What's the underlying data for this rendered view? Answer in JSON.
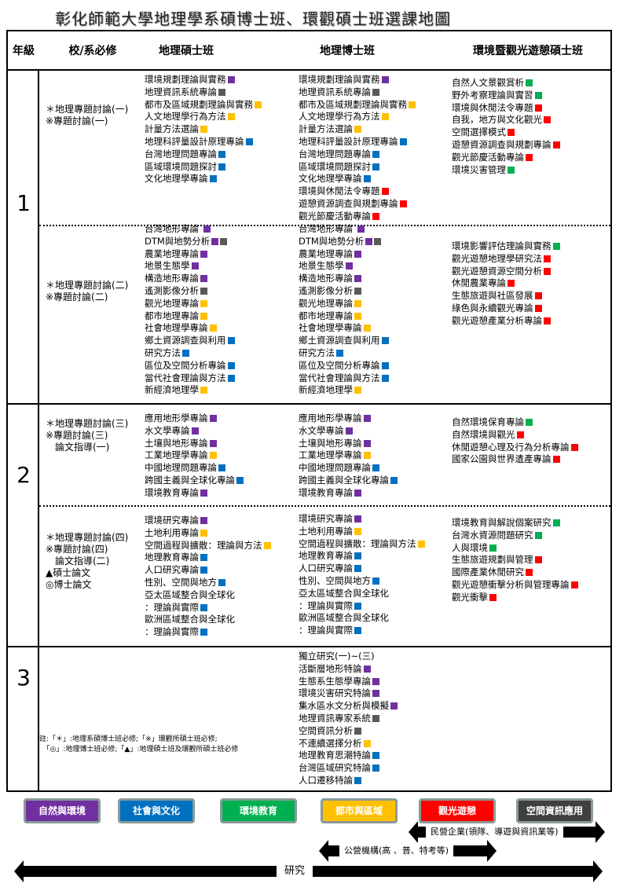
{
  "title": "彰化師範大學地理學系碩博士班、環觀碩士班選課地圖",
  "headers": {
    "year": "年級",
    "required": "校/系必修",
    "geo_ms": "地理碩士班",
    "geo_phd": "地理博士班",
    "env_ms": "環境暨觀光遊憩碩士班"
  },
  "colors": {
    "p": "#7030a0",
    "g": "#595959",
    "y": "#ffc000",
    "b": "#0070c0",
    "r": "#ff0000",
    "n": "#00b050"
  },
  "years": [
    {
      "label": "1",
      "sections": [
        {
          "required": [
            "＊地理專題討論(一)",
            "※專題討論(一)"
          ],
          "geo_ms": [
            {
              "t": "環境規劃理論與實務",
              "c": "p"
            },
            {
              "t": "地理資訊系統專論",
              "c": "g"
            },
            {
              "t": "都市及區域規劃理論與實務",
              "c": "y"
            },
            {
              "t": "人文地理學行為方法",
              "c": "y"
            },
            {
              "t": "計量方法選論",
              "c": "y"
            },
            {
              "t": "地理科評量設計原理專論",
              "c": "b"
            },
            {
              "t": "台灣地理問題專論",
              "c": "b"
            },
            {
              "t": "區域環境問題探討",
              "c": "b"
            },
            {
              "t": "文化地理學專論",
              "c": "b"
            }
          ],
          "geo_phd": [
            {
              "t": "環境規劃理論與實務",
              "c": "p"
            },
            {
              "t": "地理資訊系統專論",
              "c": "g"
            },
            {
              "t": "都市及區域規劃理論與實務",
              "c": "y"
            },
            {
              "t": "人文地理學行為方法",
              "c": "y"
            },
            {
              "t": "計量方法選論",
              "c": "y"
            },
            {
              "t": "地理科評量設計原理專論",
              "c": "b"
            },
            {
              "t": "台灣地理問題專論",
              "c": "b"
            },
            {
              "t": "區域環境問題探討",
              "c": "b"
            },
            {
              "t": "文化地理學專論",
              "c": "b"
            },
            {
              "t": "環境與休閒法令專題",
              "c": "r"
            },
            {
              "t": "遊憩資源調查與規劃專論",
              "c": "r"
            },
            {
              "t": "觀光節慶活動專論",
              "c": "r"
            }
          ],
          "env_ms": [
            {
              "t": "自然人文景觀賞析",
              "c": "n"
            },
            {
              "t": "野外考察理論與實習",
              "c": "n"
            },
            {
              "t": "環境與休閒法令專題",
              "c": "r"
            },
            {
              "t": "自我，地方與文化觀光",
              "c": "r"
            },
            {
              "t": "空間選擇模式",
              "c": "r"
            },
            {
              "t": "遊憩資源調查與規劃專論",
              "c": "r"
            },
            {
              "t": "觀光節慶活動專論",
              "c": "r"
            },
            {
              "t": "環境災害管理",
              "c": "n"
            }
          ]
        },
        {
          "required": [
            "＊地理專題討論(二)",
            "※專題討論(二)"
          ],
          "geo_ms": [
            {
              "t": "台灣地形專論 ",
              "c": "p"
            },
            {
              "t": "DTM與地勢分析",
              "c": "pg"
            },
            {
              "t": "農業地理專論",
              "c": "p"
            },
            {
              "t": "地景生態學",
              "c": "p"
            },
            {
              "t": "構造地形專論",
              "c": "p"
            },
            {
              "t": "遙測影像分析",
              "c": "g"
            },
            {
              "t": "觀光地理專論",
              "c": "y"
            },
            {
              "t": "都市地理專論",
              "c": "y"
            },
            {
              "t": "社會地理學專論",
              "c": "y"
            },
            {
              "t": "鄉土資源調查與利用",
              "c": "b"
            },
            {
              "t": "研究方法",
              "c": "b"
            },
            {
              "t": "區位及空間分析專論",
              "c": "b"
            },
            {
              "t": "當代社會理論與方法",
              "c": "b"
            },
            {
              "t": "新經濟地理學",
              "c": "y"
            }
          ],
          "geo_phd": [
            {
              "t": "台灣地形專論 ",
              "c": "p"
            },
            {
              "t": "DTM與地勢分析",
              "c": "pg"
            },
            {
              "t": "農業地理專論",
              "c": "p"
            },
            {
              "t": "地景生態學",
              "c": "p"
            },
            {
              "t": "構造地形專論",
              "c": "p"
            },
            {
              "t": "遙測影像分析",
              "c": "g"
            },
            {
              "t": "觀光地理專論",
              "c": "y"
            },
            {
              "t": "都市地理專論",
              "c": "y"
            },
            {
              "t": "社會地理學專論",
              "c": "y"
            },
            {
              "t": "鄉土資源調查與利用",
              "c": "b"
            },
            {
              "t": "研究方法",
              "c": "b"
            },
            {
              "t": "區位及空間分析專論",
              "c": "b"
            },
            {
              "t": "當代社會理論與方法",
              "c": "b"
            },
            {
              "t": "新經濟地理學",
              "c": "y"
            }
          ],
          "env_ms": [
            {
              "t": "環境影響評估理論與實務",
              "c": "n"
            },
            {
              "t": "觀光遊憩地理學研究法",
              "c": "r"
            },
            {
              "t": "觀光遊憩資源空間分析",
              "c": "r"
            },
            {
              "t": "休閒農業專論",
              "c": "r"
            },
            {
              "t": "生態旅遊與社區發展",
              "c": "r"
            },
            {
              "t": "綠色與永續觀光專論",
              "c": "r"
            },
            {
              "t": "觀光遊憩產業分析專論",
              "c": "r"
            }
          ]
        }
      ]
    },
    {
      "label": "2",
      "sections": [
        {
          "required": [
            "＊地理專題討論(三)",
            "※專題討論(三)",
            "　論文指導(一)"
          ],
          "geo_ms": [
            {
              "t": "應用地形學專論",
              "c": "p"
            },
            {
              "t": "水文學專論",
              "c": "p"
            },
            {
              "t": "土壤與地形專論",
              "c": "p"
            },
            {
              "t": "工業地理學專論",
              "c": "y"
            },
            {
              "t": "中國地理問題專論",
              "c": "b"
            },
            {
              "t": "跨國主義與全球化專論",
              "c": "b"
            },
            {
              "t": "環境教育專論",
              "c": "p"
            }
          ],
          "geo_phd": [
            {
              "t": "應用地形學專論",
              "c": "p"
            },
            {
              "t": "水文學專論",
              "c": "p"
            },
            {
              "t": "土壤與地形專論",
              "c": "p"
            },
            {
              "t": "工業地理學專論",
              "c": "y"
            },
            {
              "t": "中國地理問題專論",
              "c": "b"
            },
            {
              "t": "跨國主義與全球化專論",
              "c": "b"
            },
            {
              "t": "環境教育專論",
              "c": "p"
            }
          ],
          "env_ms": [
            {
              "t": "自然環境保育專論",
              "c": "n"
            },
            {
              "t": "自然環境與觀光",
              "c": "r"
            },
            {
              "t": "休閒遊憩心理及行為分析專論",
              "c": "r"
            },
            {
              "t": "國家公園與世界遺產專論",
              "c": "r"
            }
          ]
        },
        {
          "required": [
            "＊地理專題討論(四)",
            "※專題討論(四)",
            "　論文指導(二)",
            "▲碩士論文",
            "◎博士論文"
          ],
          "geo_ms": [
            {
              "t": "環境研究專論",
              "c": "p"
            },
            {
              "t": "土地利用專論",
              "c": "y"
            },
            {
              "t": "空間過程與擴散：理論與方法",
              "c": "y"
            },
            {
              "t": "地理教育專論",
              "c": "b"
            },
            {
              "t": "人口研究專論",
              "c": "b"
            },
            {
              "t": "性別、空間與地方",
              "c": "b"
            },
            {
              "t": "亞太區域整合與全球化",
              "c": ""
            },
            {
              "t": "：理論與實際",
              "c": "b"
            },
            {
              "t": "歐洲區域整合與全球化",
              "c": ""
            },
            {
              "t": "：理論與實際",
              "c": "b"
            }
          ],
          "geo_phd": [
            {
              "t": "環境研究專論",
              "c": "p"
            },
            {
              "t": "土地利用專論",
              "c": "y"
            },
            {
              "t": "空間過程與擴散：理論與方法",
              "c": "y"
            },
            {
              "t": "地理教育專論",
              "c": "b"
            },
            {
              "t": "人口研究專論",
              "c": "b"
            },
            {
              "t": "性別、空間與地方",
              "c": "b"
            },
            {
              "t": "亞太區域整合與全球化",
              "c": ""
            },
            {
              "t": "：理論與實際",
              "c": "b"
            },
            {
              "t": "歐洲區域整合與全球化",
              "c": ""
            },
            {
              "t": "：理論與實際",
              "c": "b"
            }
          ],
          "env_ms": [
            {
              "t": "環境教育與解說個案研究",
              "c": "n"
            },
            {
              "t": "台灣水資源問題研究",
              "c": "n"
            },
            {
              "t": "人與環境",
              "c": "n"
            },
            {
              "t": "生態旅遊規劃與管理",
              "c": "r"
            },
            {
              "t": "國際產業休閒研究",
              "c": "r"
            },
            {
              "t": "觀光遊憩衝擊分析與管理專論",
              "c": "r"
            },
            {
              "t": "觀光衝擊",
              "c": "r"
            }
          ]
        }
      ]
    },
    {
      "label": "3",
      "sections": [
        {
          "geo_phd": [
            {
              "t": "獨立研究(一)~(三)",
              "c": ""
            },
            {
              "t": "活斷層地形特論",
              "c": "p"
            },
            {
              "t": "生態系生態學專論",
              "c": "p"
            },
            {
              "t": "環境災害研究特論",
              "c": "p"
            },
            {
              "t": "集水區水文分析與模擬",
              "c": "p"
            },
            {
              "t": "地理資訊專家系統",
              "c": "g"
            },
            {
              "t": "空間資訊分析",
              "c": "g"
            },
            {
              "t": "不連續選擇分析",
              "c": "y"
            },
            {
              "t": "地理教育思潮特論",
              "c": "b"
            },
            {
              "t": "台灣區域研究特論",
              "c": "b"
            },
            {
              "t": "人口遷移特論",
              "c": "b"
            }
          ]
        }
      ]
    }
  ],
  "note": [
    "註:「＊」:地理系碩博士班必修;「※」環觀所碩士班必修;",
    "　「◎」:地理博士班必修;「▲」:地理碩士班及環觀所碩士班必修"
  ],
  "legend": [
    {
      "label": "自然與環境",
      "color": "#7030a0"
    },
    {
      "label": "社會與文化",
      "color": "#0070c0"
    },
    {
      "label": "環境教育",
      "color": "#00b050"
    },
    {
      "label": "都市與區域",
      "color": "#ffc000"
    },
    {
      "label": "觀光遊憩",
      "color": "#ff0000"
    },
    {
      "label": "空間資訊應用",
      "color": "#404040"
    }
  ],
  "careers": {
    "private": "民營企業(領隊、導遊與資訊業等)",
    "public": "公營機構(高 、普、特考等)",
    "research": "研究"
  }
}
